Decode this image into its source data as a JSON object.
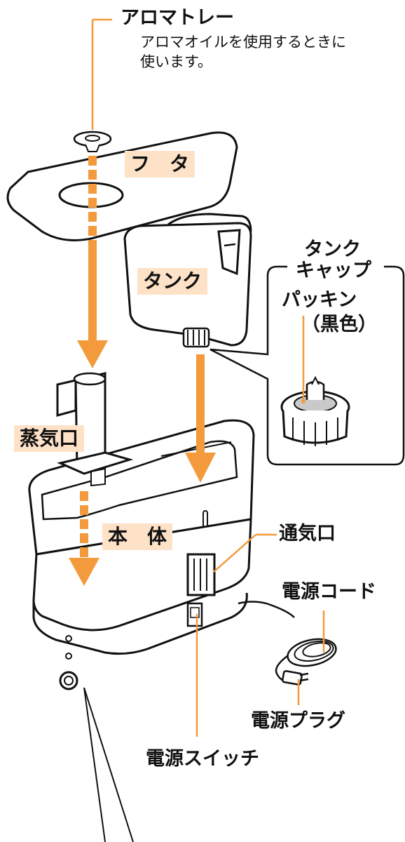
{
  "aroma_tray": {
    "title": "アロマトレー",
    "desc_line1": "アロマオイルを使用するときに",
    "desc_line2": "使います。"
  },
  "lid": {
    "label": "フ　タ"
  },
  "tank": {
    "label": "タンク"
  },
  "tank_cap": {
    "title_line1": "タンク",
    "title_line2": "キャップ",
    "packing_line1": "パッキン",
    "packing_line2": "（黒色）"
  },
  "steam_outlet": {
    "label": "蒸気口"
  },
  "body": {
    "label": "本　体"
  },
  "vent": {
    "label": "通気口"
  },
  "power_cord": {
    "label": "電源コード"
  },
  "power_plug": {
    "label": "電源プラグ"
  },
  "power_switch": {
    "label": "電源スイッチ"
  },
  "colors": {
    "accent": "#f29a3c",
    "tag_bg": "#fde2c8",
    "line": "#111111"
  }
}
